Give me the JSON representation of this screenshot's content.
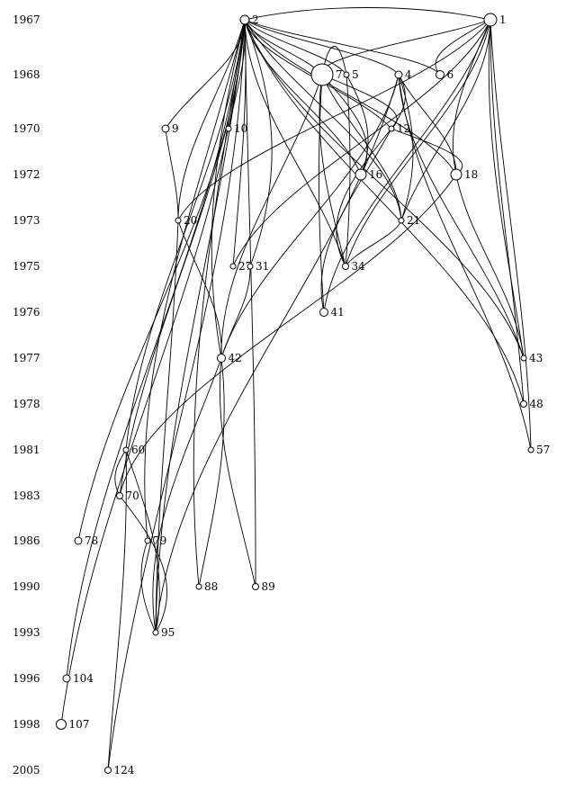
{
  "years": [
    "1967",
    "1968",
    "1970",
    "1972",
    "1973",
    "1975",
    "1976",
    "1977",
    "1978",
    "1981",
    "1983",
    "1986",
    "1990",
    "1993",
    "1996",
    "1998",
    "2005"
  ],
  "nodes": [
    {
      "id": "1",
      "year": "1967"
    },
    {
      "id": "2",
      "year": "1967"
    },
    {
      "id": "7",
      "year": "1968"
    },
    {
      "id": "5",
      "year": "1968"
    },
    {
      "id": "4",
      "year": "1968"
    },
    {
      "id": "6",
      "year": "1968"
    },
    {
      "id": "9",
      "year": "1970"
    },
    {
      "id": "10",
      "year": "1970"
    },
    {
      "id": "12",
      "year": "1970"
    },
    {
      "id": "16",
      "year": "1972"
    },
    {
      "id": "18",
      "year": "1972"
    },
    {
      "id": "20",
      "year": "1973"
    },
    {
      "id": "21",
      "year": "1973"
    },
    {
      "id": "27",
      "year": "1975"
    },
    {
      "id": "31",
      "year": "1975"
    },
    {
      "id": "34",
      "year": "1975"
    },
    {
      "id": "41",
      "year": "1976"
    },
    {
      "id": "42",
      "year": "1977"
    },
    {
      "id": "43",
      "year": "1977"
    },
    {
      "id": "48",
      "year": "1978"
    },
    {
      "id": "57",
      "year": "1981"
    },
    {
      "id": "60",
      "year": "1981"
    },
    {
      "id": "70",
      "year": "1983"
    },
    {
      "id": "78",
      "year": "1986"
    },
    {
      "id": "79",
      "year": "1986"
    },
    {
      "id": "88",
      "year": "1990"
    },
    {
      "id": "89",
      "year": "1990"
    },
    {
      "id": "95",
      "year": "1993"
    },
    {
      "id": "104",
      "year": "1996"
    },
    {
      "id": "107",
      "year": "1998"
    },
    {
      "id": "124",
      "year": "2005"
    }
  ],
  "edges": [
    [
      "2",
      "1"
    ],
    [
      "2",
      "7"
    ],
    [
      "2",
      "5"
    ],
    [
      "2",
      "4"
    ],
    [
      "2",
      "6"
    ],
    [
      "2",
      "10"
    ],
    [
      "2",
      "9"
    ],
    [
      "2",
      "12"
    ],
    [
      "2",
      "16"
    ],
    [
      "2",
      "18"
    ],
    [
      "2",
      "20"
    ],
    [
      "2",
      "21"
    ],
    [
      "2",
      "27"
    ],
    [
      "2",
      "31"
    ],
    [
      "2",
      "34"
    ],
    [
      "2",
      "42"
    ],
    [
      "2",
      "43"
    ],
    [
      "2",
      "48"
    ],
    [
      "2",
      "60"
    ],
    [
      "2",
      "70"
    ],
    [
      "2",
      "78"
    ],
    [
      "2",
      "79"
    ],
    [
      "2",
      "88"
    ],
    [
      "2",
      "89"
    ],
    [
      "2",
      "95"
    ],
    [
      "2",
      "104"
    ],
    [
      "2",
      "107"
    ],
    [
      "2",
      "124"
    ],
    [
      "1",
      "7"
    ],
    [
      "1",
      "6"
    ],
    [
      "1",
      "18"
    ],
    [
      "1",
      "20"
    ],
    [
      "1",
      "27"
    ],
    [
      "1",
      "34"
    ],
    [
      "1",
      "21"
    ],
    [
      "1",
      "43"
    ],
    [
      "1",
      "48"
    ],
    [
      "1",
      "57"
    ],
    [
      "1",
      "41"
    ],
    [
      "7",
      "5"
    ],
    [
      "7",
      "16"
    ],
    [
      "7",
      "12"
    ],
    [
      "7",
      "34"
    ],
    [
      "7",
      "41"
    ],
    [
      "7",
      "42"
    ],
    [
      "7",
      "21"
    ],
    [
      "5",
      "16"
    ],
    [
      "5",
      "34"
    ],
    [
      "4",
      "12"
    ],
    [
      "4",
      "43"
    ],
    [
      "4",
      "57"
    ],
    [
      "4",
      "95"
    ],
    [
      "4",
      "18"
    ],
    [
      "4",
      "21"
    ],
    [
      "4",
      "42"
    ],
    [
      "12",
      "18"
    ],
    [
      "12",
      "34"
    ],
    [
      "12",
      "41"
    ],
    [
      "9",
      "20"
    ],
    [
      "20",
      "42"
    ],
    [
      "20",
      "95"
    ],
    [
      "31",
      "42"
    ],
    [
      "42",
      "88"
    ],
    [
      "42",
      "89"
    ],
    [
      "42",
      "95"
    ],
    [
      "34",
      "21"
    ],
    [
      "60",
      "70"
    ],
    [
      "60",
      "95"
    ],
    [
      "60",
      "124"
    ],
    [
      "70",
      "95"
    ],
    [
      "79",
      "95"
    ],
    [
      "18",
      "70"
    ],
    [
      "18",
      "43"
    ]
  ]
}
